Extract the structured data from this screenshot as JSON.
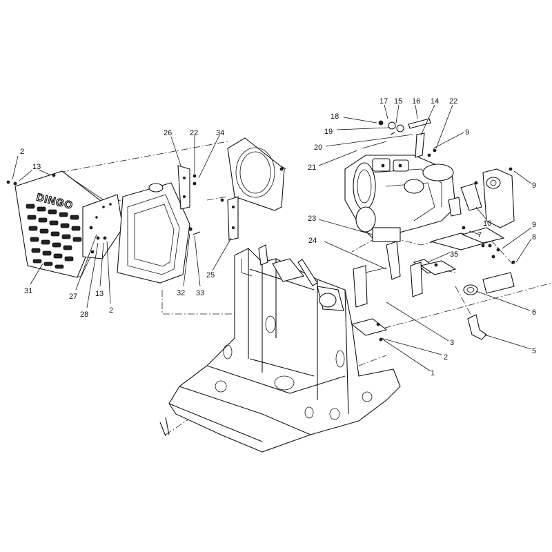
{
  "brand_label": "DINGO",
  "callouts": [
    {
      "id": "c-2a",
      "label": "2"
    },
    {
      "id": "c-13a",
      "label": "13"
    },
    {
      "id": "c-31",
      "label": "31"
    },
    {
      "id": "c-27",
      "label": "27"
    },
    {
      "id": "c-28",
      "label": "28"
    },
    {
      "id": "c-13b",
      "label": "13"
    },
    {
      "id": "c-2b",
      "label": "2"
    },
    {
      "id": "c-26",
      "label": "26"
    },
    {
      "id": "c-22a",
      "label": "22"
    },
    {
      "id": "c-34",
      "label": "34"
    },
    {
      "id": "c-32",
      "label": "32"
    },
    {
      "id": "c-33",
      "label": "33"
    },
    {
      "id": "c-25",
      "label": "25"
    },
    {
      "id": "c-17",
      "label": "17"
    },
    {
      "id": "c-15",
      "label": "15"
    },
    {
      "id": "c-16",
      "label": "16"
    },
    {
      "id": "c-14",
      "label": "14"
    },
    {
      "id": "c-22b",
      "label": "22"
    },
    {
      "id": "c-18",
      "label": "18"
    },
    {
      "id": "c-19",
      "label": "19"
    },
    {
      "id": "c-20",
      "label": "20"
    },
    {
      "id": "c-21",
      "label": "21"
    },
    {
      "id": "c-9a",
      "label": "9"
    },
    {
      "id": "c-9b",
      "label": "9"
    },
    {
      "id": "c-10",
      "label": "10"
    },
    {
      "id": "c-9c",
      "label": "9"
    },
    {
      "id": "c-8",
      "label": "8"
    },
    {
      "id": "c-7",
      "label": "7"
    },
    {
      "id": "c-35",
      "label": "35"
    },
    {
      "id": "c-23",
      "label": "23"
    },
    {
      "id": "c-24",
      "label": "24"
    },
    {
      "id": "c-6",
      "label": "6"
    },
    {
      "id": "c-3",
      "label": "3"
    },
    {
      "id": "c-2c",
      "label": "2"
    },
    {
      "id": "c-1",
      "label": "1"
    },
    {
      "id": "c-5",
      "label": "5"
    }
  ]
}
